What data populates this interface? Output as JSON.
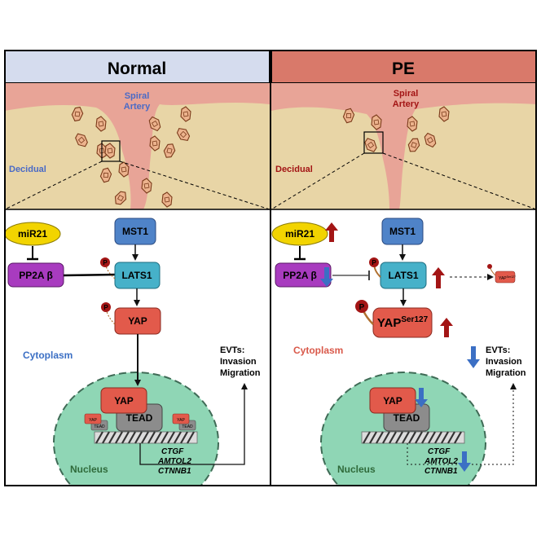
{
  "colors": {
    "normal_header": "#d5dcee",
    "pe_header": "#d9796a",
    "decidua": "#e8d5a6",
    "artery": "#e8a497",
    "nucleus": "#8fd6b5",
    "mir21": "#f2d400",
    "pp2a": "#a83bbf",
    "mst1": "#4f83c8",
    "lats1": "#46b1c9",
    "yap": "#e25a4b",
    "tead": "#8c8c8c",
    "phospho": "#a31515",
    "up_arrow": "#a31515",
    "down_arrow": "#3b6fc4"
  },
  "normal": {
    "title": "Normal",
    "spiral_artery": [
      "Spiral",
      "Artery"
    ],
    "decidual": "Decidual",
    "mir21": "miR21",
    "pp2a": "PP2A β",
    "mst1": "MST1",
    "lats1": "LATS1",
    "p": "P",
    "yap": "YAP",
    "cytoplasm": "Cytoplasm",
    "evts": [
      "EVTs:",
      "Invasion",
      "Migration"
    ],
    "nuc_yap": "YAP",
    "tead": "TEAD",
    "small_yap": "YAP",
    "small_tead": "TEAD",
    "genes": [
      "CTGF",
      "AMTOL2",
      "CTNNB1"
    ],
    "nucleus": "Nucleus"
  },
  "pe": {
    "title": "PE",
    "spiral_artery": [
      "Spiral",
      "Artery"
    ],
    "decidual": "Decidual",
    "mir21": "miR21",
    "pp2a": "PP2A β",
    "mst1": "MST1",
    "lats1": "LATS1",
    "p": "P",
    "yap_main": "YAP",
    "yap_sup": "Ser127",
    "yap_small": "YAP",
    "yap_small_sup": "Ser127",
    "cytoplasm": "Cytoplasm",
    "evts": [
      "EVTs:",
      "Invasion",
      "Migration"
    ],
    "nuc_yap": "YAP",
    "tead": "TEAD",
    "genes": [
      "CTGF",
      "AMTOL2",
      "CTNNB1"
    ],
    "nucleus": "Nucleus"
  }
}
